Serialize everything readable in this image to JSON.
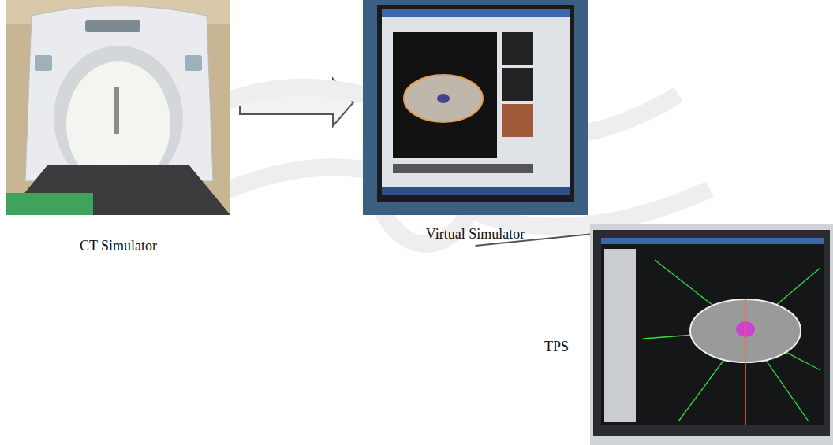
{
  "diagram": {
    "nodes": [
      {
        "text": [
          "CT Simulator"
        ]
      },
      {
        "text": [
          "Virtual Simulator"
        ]
      },
      {
        "text": [
          "TPS"
        ]
      }
    ],
    "edges": [
      {
        "from": 0,
        "to": 1,
        "arrow": "to"
      },
      {
        "from": 1,
        "to": 2,
        "arrow": "to"
      }
    ]
  }
}
